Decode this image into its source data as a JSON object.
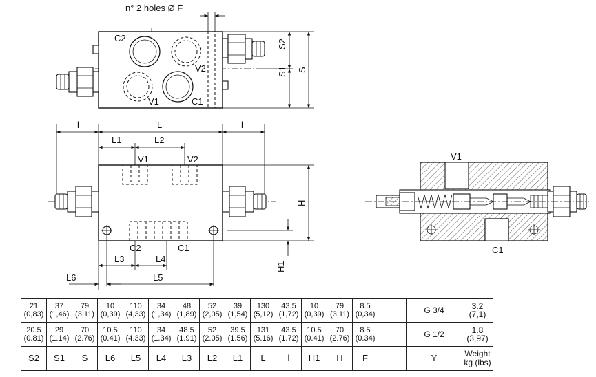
{
  "labels": {
    "holes": "n° 2 holes Ø F",
    "C1": "C1",
    "C2": "C2",
    "V1": "V1",
    "V2": "V2",
    "S": "S",
    "S1": "S1",
    "S2": "S2",
    "L": "L",
    "l": "l",
    "L1": "L1",
    "L2": "L2",
    "L3": "L3",
    "L4": "L4",
    "L5": "L5",
    "L6": "L6",
    "H": "H",
    "H1": "H1"
  },
  "table": {
    "header": [
      "S2",
      "S1",
      "S",
      "L6",
      "L5",
      "L4",
      "L3",
      "L2",
      "L1",
      "L",
      "l",
      "H1",
      "H",
      "F",
      "",
      "Y",
      "Weight kg (lbs)"
    ],
    "rows": [
      {
        "values": [
          "21",
          "37",
          "79",
          "10",
          "110",
          "34",
          "48",
          "52",
          "39",
          "130",
          "43.5",
          "10",
          "79",
          "8.5"
        ],
        "inch": [
          "(0,83)",
          "(1,46)",
          "(3,11)",
          "(0,39)",
          "(4,33)",
          "(1,34)",
          "(1,89)",
          "(2,05)",
          "(1,54)",
          "(5,12)",
          "(1,72)",
          "(0,39)",
          "(3,11)",
          "(0,34)"
        ],
        "blank": "",
        "thread": "G 3/4",
        "weight": "3.2",
        "weight_lbs": "(7,1)"
      },
      {
        "values": [
          "20.5",
          "29",
          "70",
          "10.5",
          "110",
          "34",
          "48.5",
          "52",
          "39.5",
          "131",
          "43.5",
          "10.5",
          "70",
          "8.5"
        ],
        "inch": [
          "(0.81)",
          "(1.14)",
          "(2.76)",
          "(0.41)",
          "(4.33)",
          "(1.34)",
          "(1.91)",
          "(2.05)",
          "(1.56)",
          "(5.16)",
          "(1.72)",
          "(0.41)",
          "(2.76)",
          "(0.34)"
        ],
        "blank": "",
        "thread": "G 1/2",
        "weight": "1.8",
        "weight_lbs": "(3,97)"
      }
    ]
  }
}
